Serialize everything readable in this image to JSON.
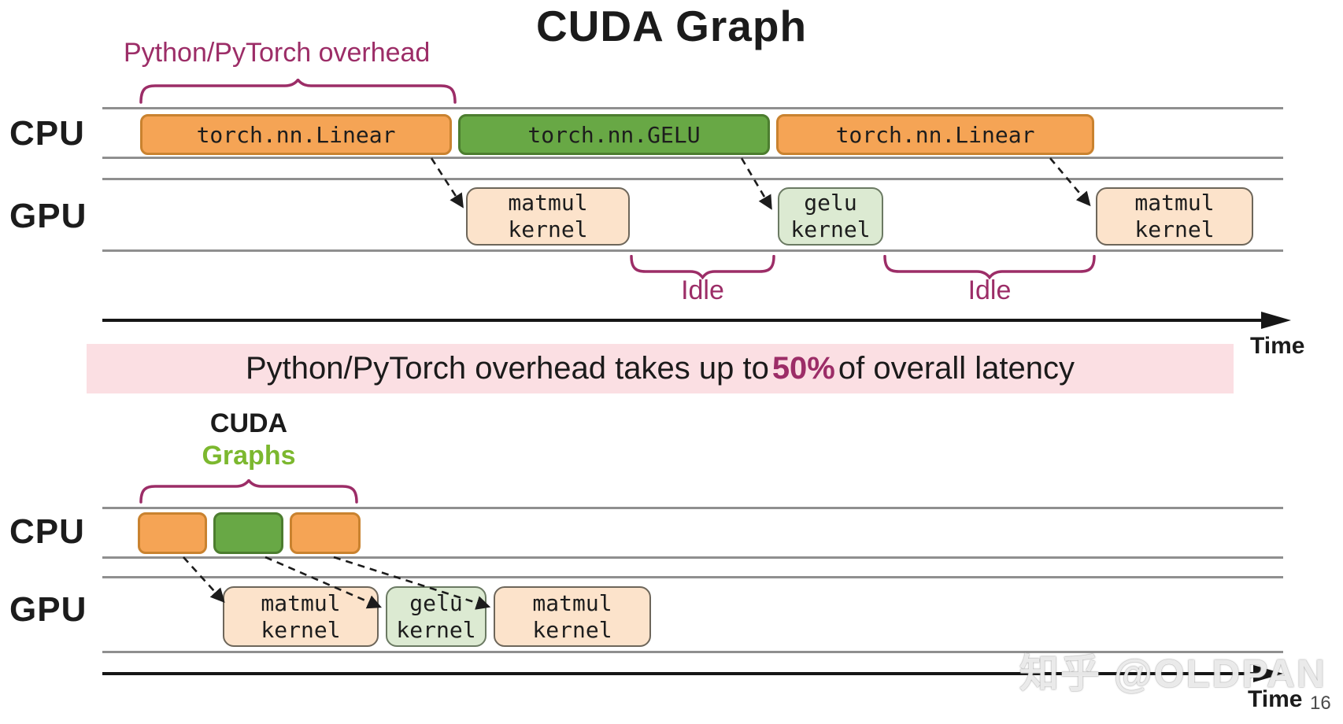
{
  "title": "CUDA Graph",
  "top": {
    "overhead_label": "Python/PyTorch overhead",
    "cpu_label": "CPU",
    "gpu_label": "GPU",
    "cpu_blocks": [
      {
        "label": "torch.nn.Linear",
        "type": "orange"
      },
      {
        "label": "torch.nn.GELU",
        "type": "green"
      },
      {
        "label": "torch.nn.Linear",
        "type": "orange"
      }
    ],
    "gpu_blocks": [
      {
        "label": "matmul\nkernel",
        "type": "peach"
      },
      {
        "label": "gelu\nkernel",
        "type": "light-green"
      },
      {
        "label": "matmul\nkernel",
        "type": "peach"
      }
    ],
    "idle_labels": [
      "Idle",
      "Idle"
    ],
    "time_label": "Time"
  },
  "banner": {
    "text_before": "Python/PyTorch overhead takes up to ",
    "highlight": "50%",
    "text_after": " of overall latency"
  },
  "bottom": {
    "cuda_label": "CUDA",
    "graphs_label": "Graphs",
    "cpu_label": "CPU",
    "gpu_label": "GPU",
    "cpu_blocks": [
      {
        "type": "orange"
      },
      {
        "type": "green"
      },
      {
        "type": "orange"
      }
    ],
    "gpu_blocks": [
      {
        "label": "matmul\nkernel",
        "type": "peach"
      },
      {
        "label": "gelu\nkernel",
        "type": "light-green"
      },
      {
        "label": "matmul\nkernel",
        "type": "peach"
      }
    ],
    "time_label": "Time",
    "page_number": "16"
  },
  "watermark": "知乎 @OLDPAN",
  "colors": {
    "cpu_orange": "#f5a455",
    "cpu_green": "#68a845",
    "kernel_peach": "#fce3cb",
    "kernel_light_green": "#dcead2",
    "magenta": "#9c2d67",
    "banner_pink": "#fbdfe3",
    "graphs_green": "#7cb82f",
    "lane_gray": "#8f8f8f"
  }
}
